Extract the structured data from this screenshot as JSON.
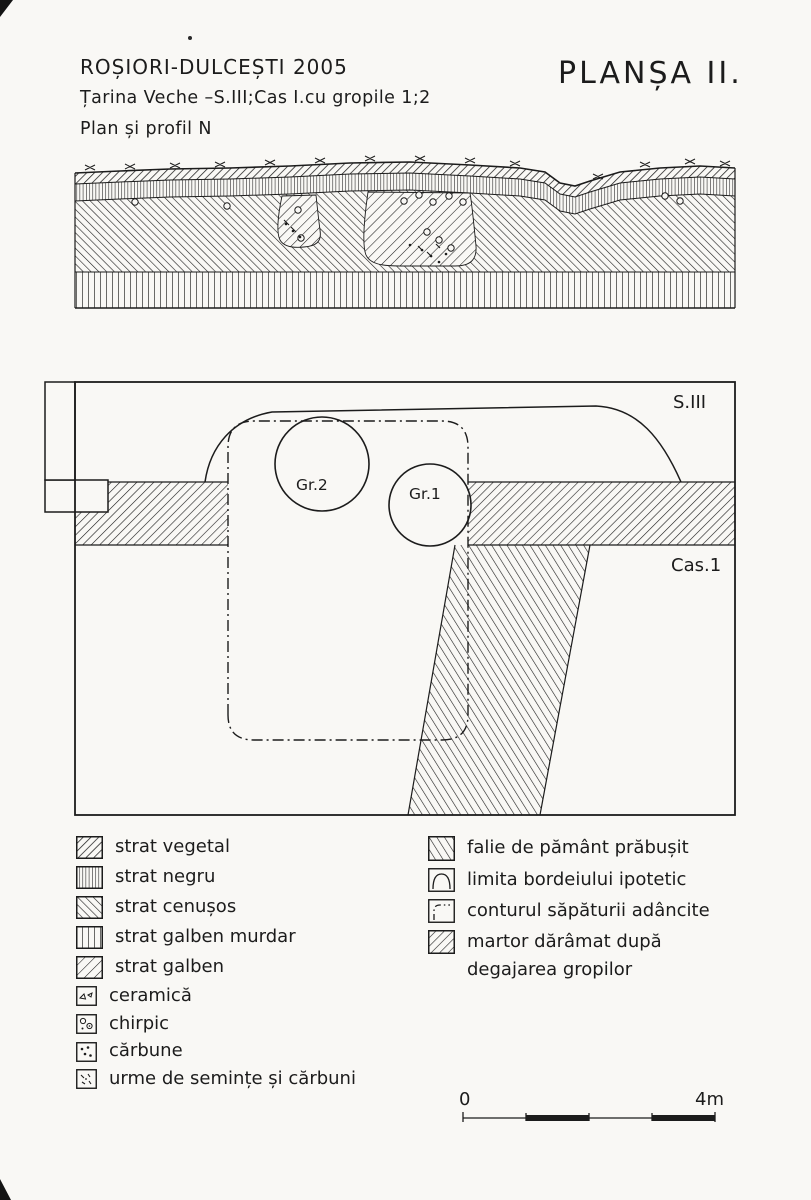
{
  "header": {
    "title": "ROȘIORI-DULCEȘTI 2005",
    "subtitle": "Țarina Veche –S.III;Cas I.cu gropile 1;2",
    "caption": "Plan și profil N",
    "plate": "PLANȘA II."
  },
  "plan": {
    "section_label": "S.III",
    "trench_label": "Cas.1",
    "pit2_label": "Gr.2",
    "pit1_label": "Gr.1"
  },
  "legend": {
    "left": [
      {
        "key": "strat-vegetal",
        "label": "strat vegetal"
      },
      {
        "key": "strat-negru",
        "label": "strat negru"
      },
      {
        "key": "strat-cenusos",
        "label": "strat cenușos"
      },
      {
        "key": "strat-galben-murdar",
        "label": "strat galben murdar"
      },
      {
        "key": "strat-galben",
        "label": "strat galben"
      },
      {
        "key": "ceramica",
        "label": "ceramică"
      },
      {
        "key": "chirpic",
        "label": "chirpic"
      },
      {
        "key": "carbune",
        "label": "cărbune"
      },
      {
        "key": "urme-seminte",
        "label": "urme de semințe și cărbuni"
      }
    ],
    "right": [
      {
        "key": "falie",
        "label": "falie de pământ prăbușit"
      },
      {
        "key": "limita-bordei",
        "label": "limita bordeiului ipotetic"
      },
      {
        "key": "contur-sapatura",
        "label": "conturul săpăturii adâncite"
      },
      {
        "key": "martor",
        "label": "martor dărâmat după",
        "label2": "degajarea gropilor"
      }
    ]
  },
  "scale_bar": {
    "start_label": "0",
    "end_label": "4m"
  },
  "colors": {
    "ink": "#1c1c1c",
    "paper": "#f9f8f5"
  }
}
